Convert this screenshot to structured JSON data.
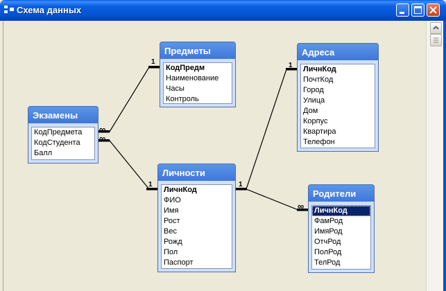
{
  "window": {
    "title": "Схема данных"
  },
  "tables": {
    "predmety": {
      "title": "Предметы",
      "fields": [
        "КодПредм",
        "Наименование",
        "Часы",
        "Контроль"
      ]
    },
    "adresa": {
      "title": "Адреса",
      "fields": [
        "ЛичнКод",
        "ПочтКод",
        "Город",
        "Улица",
        "Дом",
        "Корпус",
        "Квартира",
        "Телефон"
      ]
    },
    "ekzameny": {
      "title": "Экзамены",
      "fields": [
        "КодПредмета",
        "КодСтудента",
        "Балл"
      ]
    },
    "lichnosti": {
      "title": "Личности",
      "fields": [
        "ЛичнКод",
        "ФИО",
        "Имя",
        "Рост",
        "Вес",
        "Рожд",
        "Пол",
        "Паспорт"
      ]
    },
    "roditeli": {
      "title": "Родители",
      "fields": [
        "ЛичнКод",
        "ФамРод",
        "ИмяРод",
        "ОтчРод",
        "ПолРод",
        "ТелРод"
      ]
    }
  },
  "relations": {
    "one": "1",
    "many": "∞"
  }
}
